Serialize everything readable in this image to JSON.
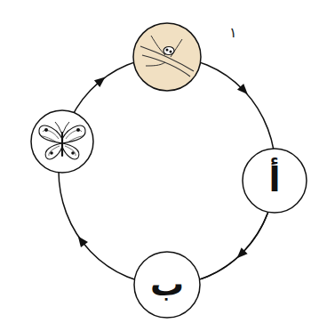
{
  "diagram": {
    "nodes": [
      {
        "text": [
          "أ"
        ]
      },
      {
        "text": [
          "ب"
        ]
      }
    ],
    "edges": [
      {
        "from": 0,
        "to": 1,
        "arrow": "to"
      }
    ],
    "labels": [
      "١"
    ]
  }
}
